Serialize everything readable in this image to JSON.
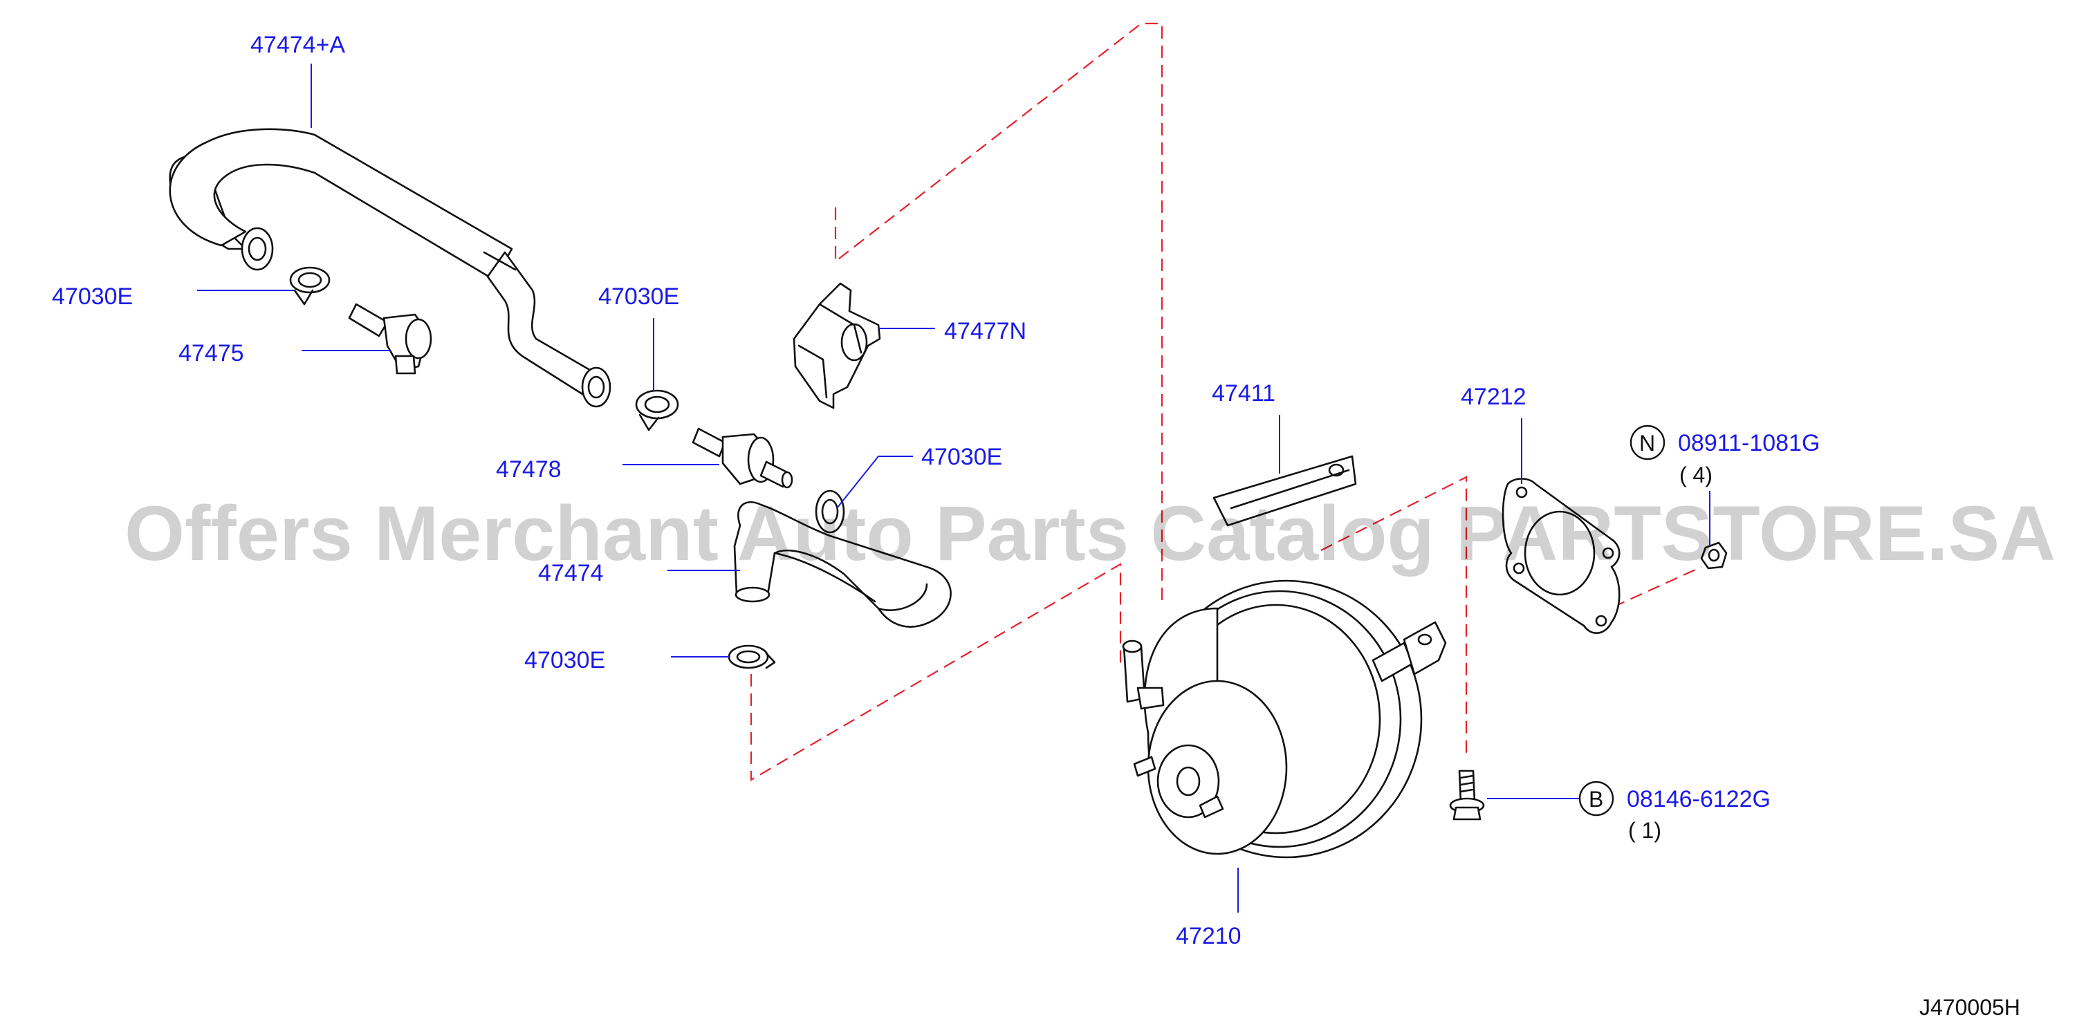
{
  "diagram_code": "J470005H",
  "watermark": "Offers Merchant Auto Parts Catalog PARTSTORE.SA",
  "parts": {
    "hose_upper": "47474+A",
    "clamp_top_left": "47030E",
    "connector": "47475",
    "clamp_mid": "47030E",
    "check_valve": "47478",
    "bracket": "47477N",
    "clamp_right": "47030E",
    "hose_lower": "47474",
    "clamp_bottom": "47030E",
    "plate": "47411",
    "gasket": "47212",
    "booster": "47210",
    "nut": "08911-1081G",
    "nut_qty": "( 4)",
    "bolt": "08146-6122G",
    "bolt_qty": "( 1)"
  },
  "callouts": {
    "nut_letter": "N",
    "bolt_letter": "B"
  },
  "colors": {
    "label": "#1a1ae6",
    "dashed_guide": "#e8202a",
    "line_art": "#111111"
  }
}
